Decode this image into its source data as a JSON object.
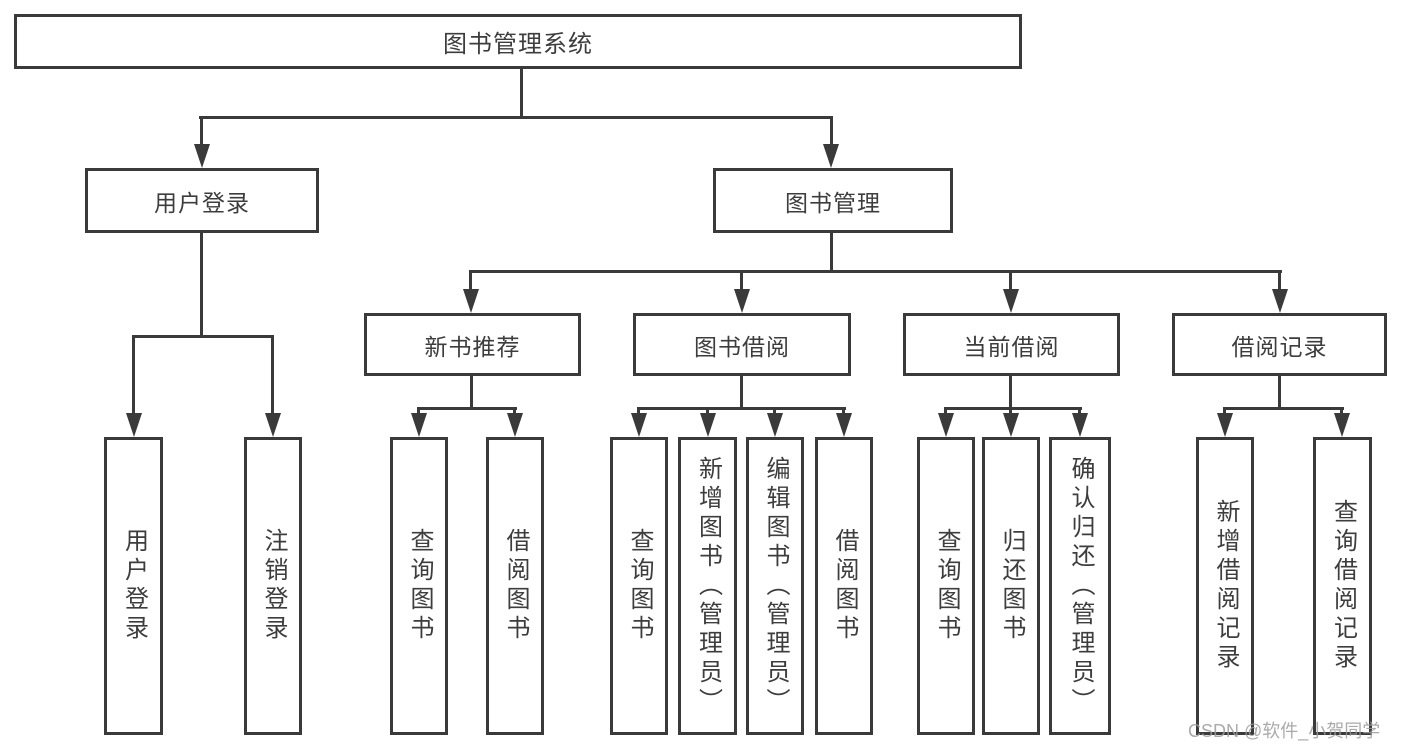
{
  "diagram": {
    "type": "hierarchy-tree",
    "tree": {
      "root": {
        "label": "图书管理系统"
      },
      "branches": [
        {
          "label": "用户登录",
          "children": [
            {
              "label": "用户登录"
            },
            {
              "label": "注销登录"
            }
          ]
        },
        {
          "label": "图书管理",
          "children": [
            {
              "label": "新书推荐",
              "children": [
                {
                  "label": "查询图书"
                },
                {
                  "label": "借阅图书"
                }
              ]
            },
            {
              "label": "图书借阅",
              "children": [
                {
                  "label": "查询图书"
                },
                {
                  "label": "新增图书（管理员）"
                },
                {
                  "label": "编辑图书（管理员）"
                },
                {
                  "label": "借阅图书"
                }
              ]
            },
            {
              "label": "当前借阅",
              "children": [
                {
                  "label": "查询图书"
                },
                {
                  "label": "归还图书"
                },
                {
                  "label": "确认归还（管理员）"
                }
              ]
            },
            {
              "label": "借阅记录",
              "children": [
                {
                  "label": "新增借阅记录"
                },
                {
                  "label": "查询借阅记录"
                }
              ]
            }
          ]
        }
      ]
    },
    "colors": {
      "line": "#3a3a3a",
      "box_border": "#3a3a3a",
      "box_fill": "#ffffff",
      "text": "#3d3d3d",
      "watermark": "#9c9c9c",
      "background": "#ffffff"
    }
  },
  "watermark": {
    "text": "CSDN @软件_小贺同学"
  }
}
